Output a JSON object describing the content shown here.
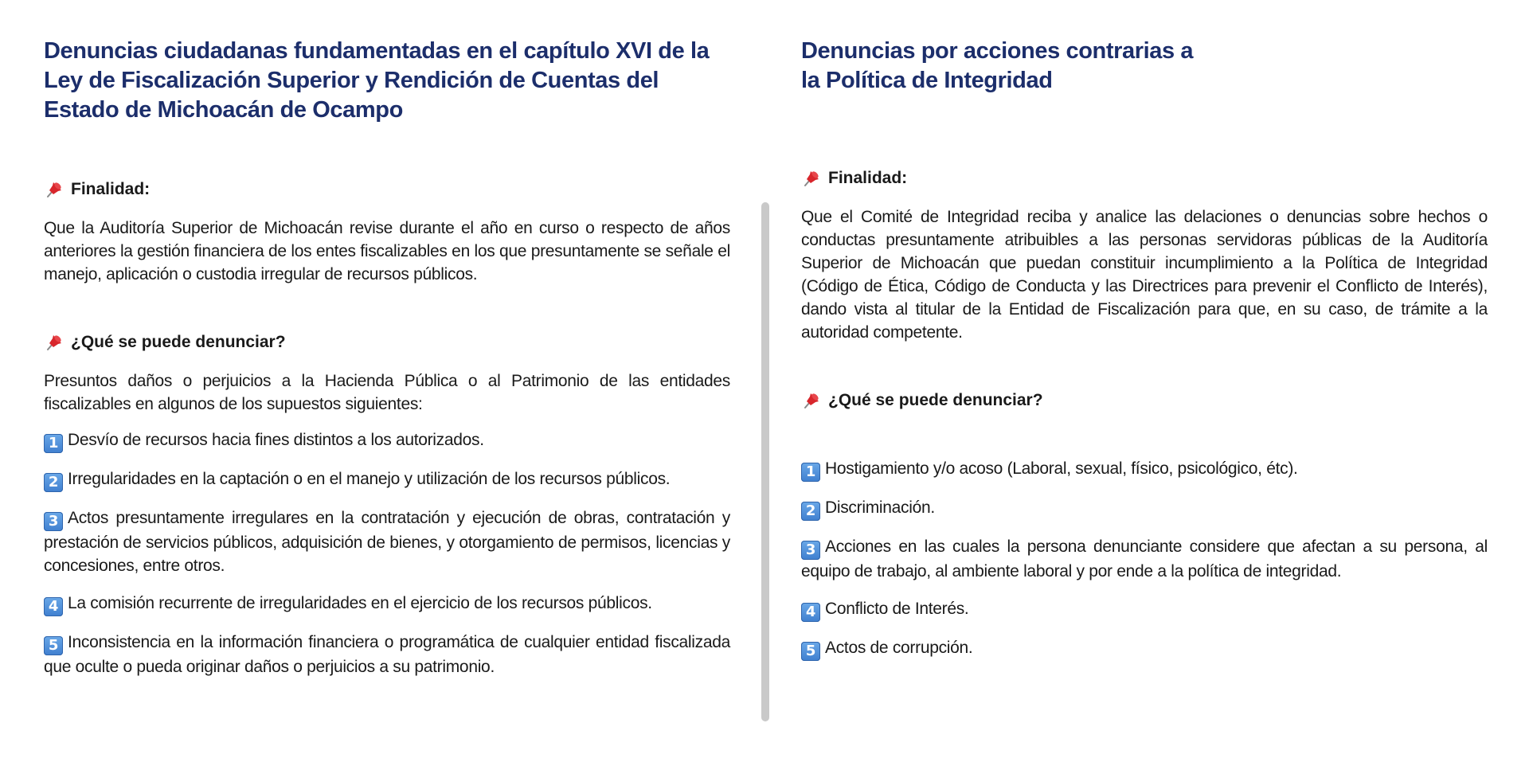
{
  "left": {
    "title": "Denuncias ciudadanas fundamentadas en el capítulo XVI de la Ley de Fiscalización Superior y Rendición de Cuentas del Estado de Michoacán de Ocampo",
    "finalidad_heading": "Finalidad:",
    "finalidad_text": "Que la Auditoría Superior de Michoacán revise durante el año en curso o respecto de años anteriores la gestión financiera de los entes fiscalizables en los que presuntamente se señale el manejo, aplicación o custodia irregular de recursos públicos.",
    "que_heading": "¿Qué se puede denunciar?",
    "intro": "Presuntos daños o perjuicios a la Hacienda Pública o al Patrimonio de las entidades fiscalizables en algunos de los supuestos siguientes:",
    "items": [
      {
        "num": "1",
        "text": "Desvío de recursos hacia fines distintos a los autorizados."
      },
      {
        "num": "2",
        "text": "Irregularidades en la captación o en el manejo y utilización de los recursos públicos."
      },
      {
        "num": "3",
        "text": "Actos presuntamente irregulares en la contratación y ejecución de obras, contratación y prestación de servicios públicos, adquisición de bienes, y otorgamiento de permisos, licencias y concesiones, entre otros."
      },
      {
        "num": "4",
        "text": "La comisión recurrente de irregularidades en el ejercicio de los recursos públicos."
      },
      {
        "num": "5",
        "text": "Inconsistencia en la información financiera o programática de cualquier entidad fiscalizada que oculte o pueda originar daños o perjuicios a su patrimonio."
      }
    ]
  },
  "right": {
    "title": "Denuncias por acciones contrarias a la Política de Integridad",
    "finalidad_heading": "Finalidad:",
    "finalidad_text": "Que el Comité de Integridad reciba y analice las delaciones o denuncias sobre hechos o conductas presuntamente atribuibles a las personas servidoras públicas de la Auditoría Superior de Michoacán que puedan constituir incumplimiento a la Política de Integridad (Código de Ética, Código de Conducta y las Directrices para prevenir el Conflicto de Interés), dando vista al titular de la Entidad de Fiscalización para que, en su caso, de trámite a la autoridad competente.",
    "que_heading": "¿Qué se puede denunciar?",
    "items": [
      {
        "num": "1",
        "text": "Hostigamiento y/o acoso (Laboral, sexual, físico, psicológico, étc)."
      },
      {
        "num": "2",
        "text": "Discriminación."
      },
      {
        "num": "3",
        "text": "Acciones en las cuales la persona denunciante considere que afectan a su persona, al equipo de trabajo, al ambiente laboral y por ende a la política de integridad."
      },
      {
        "num": "4",
        "text": "Conflicto de Interés."
      },
      {
        "num": "5",
        "text": "Actos de corrupción."
      }
    ]
  },
  "colors": {
    "title": "#1c2e6b",
    "text": "#1a1a1a",
    "divider": "#c9c9c9",
    "keycap": "#4f8fdc"
  },
  "icons": {
    "heading": "pushpin-icon",
    "item": "keycap-number-icon"
  }
}
